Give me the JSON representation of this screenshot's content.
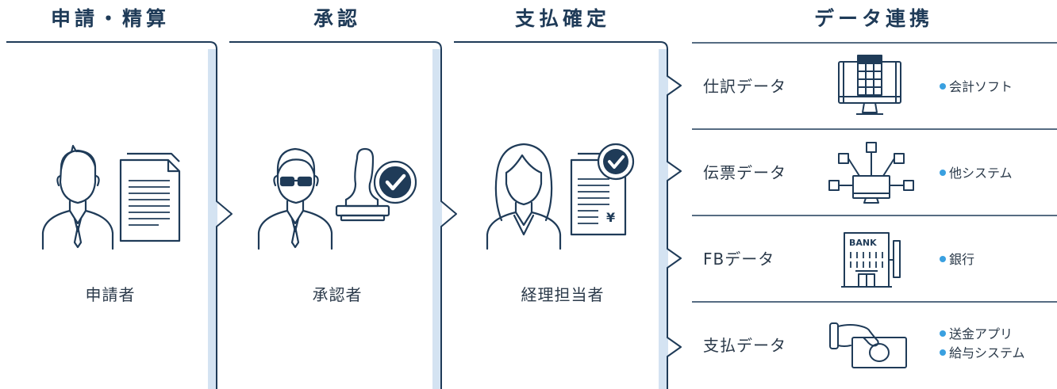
{
  "stages": [
    {
      "title": "申請・精算"
    },
    {
      "title": "承認"
    },
    {
      "title": "支払確定"
    },
    {
      "title": "データ連携"
    }
  ],
  "actors": [
    {
      "label": "申請者",
      "icon": "applicant-document-icon"
    },
    {
      "label": "承認者",
      "icon": "approver-stamp-icon"
    },
    {
      "label": "経理担当者",
      "icon": "accountant-invoice-icon"
    }
  ],
  "data_rows": [
    {
      "label": "仕訳データ",
      "icon": "computer-spreadsheet-icon",
      "destinations": [
        "会計ソフト"
      ]
    },
    {
      "label": "伝票データ",
      "icon": "network-system-icon",
      "destinations": [
        "他システム"
      ]
    },
    {
      "label": "FBデータ",
      "icon": "bank-building-icon",
      "destinations": [
        "銀行"
      ]
    },
    {
      "label": "支払データ",
      "icon": "hand-money-icon",
      "destinations": [
        "送金アプリ",
        "給与システム"
      ]
    }
  ],
  "colors": {
    "title": "#1f3b58",
    "outline": "#1f3b58",
    "panel_shade": "#d4e3f2",
    "bullet": "#3aa0e0"
  }
}
